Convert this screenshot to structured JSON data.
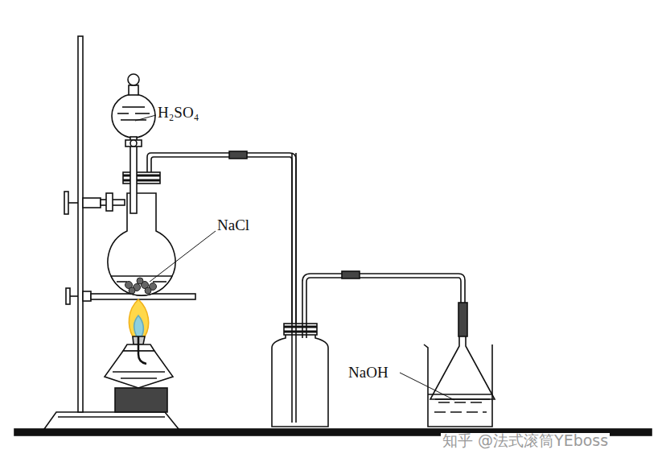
{
  "diagram": {
    "labels": [
      "H₂SO₄",
      "NaCl",
      "NaOH",
      "知乎 @法式滚筒YEboss"
    ]
  }
}
